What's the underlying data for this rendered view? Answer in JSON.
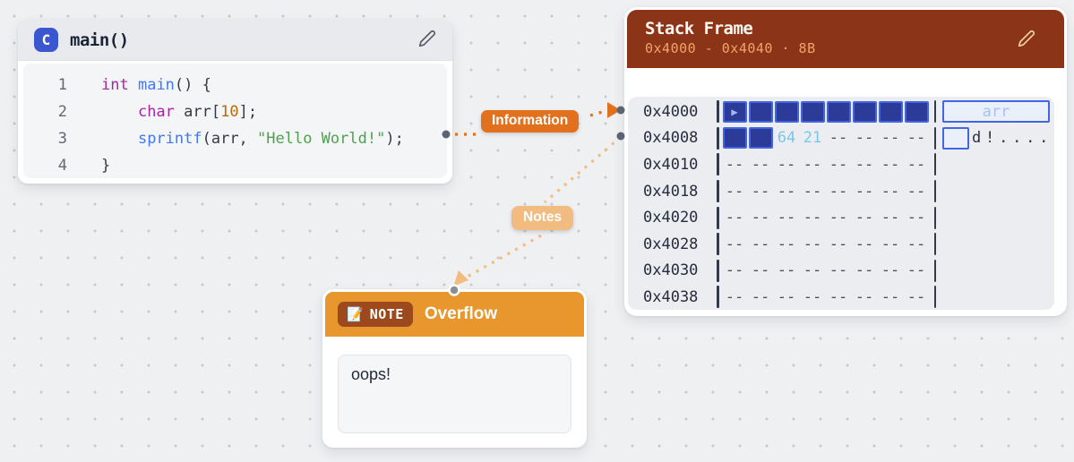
{
  "code_panel": {
    "language": "C",
    "title": "main()",
    "lines": [
      {
        "num": "1",
        "tokens": [
          {
            "t": "int",
            "c": "keyword"
          },
          {
            "t": " ",
            "c": "plain"
          },
          {
            "t": "main",
            "c": "function"
          },
          {
            "t": "() {",
            "c": "plain"
          }
        ]
      },
      {
        "num": "2",
        "tokens": [
          {
            "t": "    ",
            "c": "plain"
          },
          {
            "t": "char",
            "c": "keyword"
          },
          {
            "t": " arr[",
            "c": "plain"
          },
          {
            "t": "10",
            "c": "number"
          },
          {
            "t": "];",
            "c": "plain"
          }
        ]
      },
      {
        "num": "3",
        "tokens": [
          {
            "t": "    ",
            "c": "plain"
          },
          {
            "t": "sprintf",
            "c": "function"
          },
          {
            "t": "(arr, ",
            "c": "plain"
          },
          {
            "t": "\"Hello World!\"",
            "c": "string"
          },
          {
            "t": ");",
            "c": "plain"
          }
        ]
      },
      {
        "num": "4",
        "tokens": [
          {
            "t": "}",
            "c": "plain"
          }
        ]
      }
    ]
  },
  "stack_panel": {
    "title": "Stack Frame",
    "subtitle": "0x4000 - 0x4040 · 8B",
    "rows": [
      {
        "addr": "0x4000",
        "cells": [
          {
            "var": true,
            "pointer": true
          },
          {
            "var": true
          },
          {
            "var": true
          },
          {
            "var": true
          },
          {
            "var": true
          },
          {
            "var": true
          },
          {
            "var": true
          },
          {
            "var": true
          }
        ],
        "ascii": {
          "box_span": 8,
          "box_label": "arr",
          "text": ""
        }
      },
      {
        "addr": "0x4008",
        "cells": [
          {
            "var": true
          },
          {
            "var": true
          },
          {
            "hex": "64",
            "written": true
          },
          {
            "hex": "21",
            "written": true
          },
          {
            "hex": "--"
          },
          {
            "hex": "--"
          },
          {
            "hex": "--"
          },
          {
            "hex": "--"
          }
        ],
        "ascii": {
          "box_span": 2,
          "box_label": "",
          "text": "d!...."
        }
      },
      {
        "addr": "0x4010",
        "cells": [
          {
            "hex": "--"
          },
          {
            "hex": "--"
          },
          {
            "hex": "--"
          },
          {
            "hex": "--"
          },
          {
            "hex": "--"
          },
          {
            "hex": "--"
          },
          {
            "hex": "--"
          },
          {
            "hex": "--"
          }
        ],
        "ascii": {
          "box_span": 0,
          "box_label": "",
          "text": ""
        }
      },
      {
        "addr": "0x4018",
        "cells": [
          {
            "hex": "--"
          },
          {
            "hex": "--"
          },
          {
            "hex": "--"
          },
          {
            "hex": "--"
          },
          {
            "hex": "--"
          },
          {
            "hex": "--"
          },
          {
            "hex": "--"
          },
          {
            "hex": "--"
          }
        ],
        "ascii": {
          "box_span": 0,
          "box_label": "",
          "text": ""
        }
      },
      {
        "addr": "0x4020",
        "cells": [
          {
            "hex": "--"
          },
          {
            "hex": "--"
          },
          {
            "hex": "--"
          },
          {
            "hex": "--"
          },
          {
            "hex": "--"
          },
          {
            "hex": "--"
          },
          {
            "hex": "--"
          },
          {
            "hex": "--"
          }
        ],
        "ascii": {
          "box_span": 0,
          "box_label": "",
          "text": ""
        }
      },
      {
        "addr": "0x4028",
        "cells": [
          {
            "hex": "--"
          },
          {
            "hex": "--"
          },
          {
            "hex": "--"
          },
          {
            "hex": "--"
          },
          {
            "hex": "--"
          },
          {
            "hex": "--"
          },
          {
            "hex": "--"
          },
          {
            "hex": "--"
          }
        ],
        "ascii": {
          "box_span": 0,
          "box_label": "",
          "text": ""
        }
      },
      {
        "addr": "0x4030",
        "cells": [
          {
            "hex": "--"
          },
          {
            "hex": "--"
          },
          {
            "hex": "--"
          },
          {
            "hex": "--"
          },
          {
            "hex": "--"
          },
          {
            "hex": "--"
          },
          {
            "hex": "--"
          },
          {
            "hex": "--"
          }
        ],
        "ascii": {
          "box_span": 0,
          "box_label": "",
          "text": ""
        }
      },
      {
        "addr": "0x4038",
        "cells": [
          {
            "hex": "--"
          },
          {
            "hex": "--"
          },
          {
            "hex": "--"
          },
          {
            "hex": "--"
          },
          {
            "hex": "--"
          },
          {
            "hex": "--"
          },
          {
            "hex": "--"
          },
          {
            "hex": "--"
          }
        ],
        "ascii": {
          "box_span": 0,
          "box_label": "",
          "text": ""
        }
      }
    ]
  },
  "note_panel": {
    "badge_icon": "📝",
    "badge_label": "NOTE",
    "title": "Overflow",
    "content": "oops!"
  },
  "connectors": {
    "information_label": "Information",
    "notes_label": "Notes"
  },
  "colors": {
    "accent_orange": "#E2711D",
    "notes_orange": "#F2BC80",
    "stack_header": "#8C3418",
    "stack_subtitle": "#EFA469",
    "note_header": "#E8962E",
    "note_badge": "#9C4A1D",
    "cell_fill": "#2B3B97",
    "cell_border": "#4365E2",
    "written_hex": "#79C7EC",
    "var_label": "#A8C0F4",
    "c_badge": "#3A57D0"
  }
}
